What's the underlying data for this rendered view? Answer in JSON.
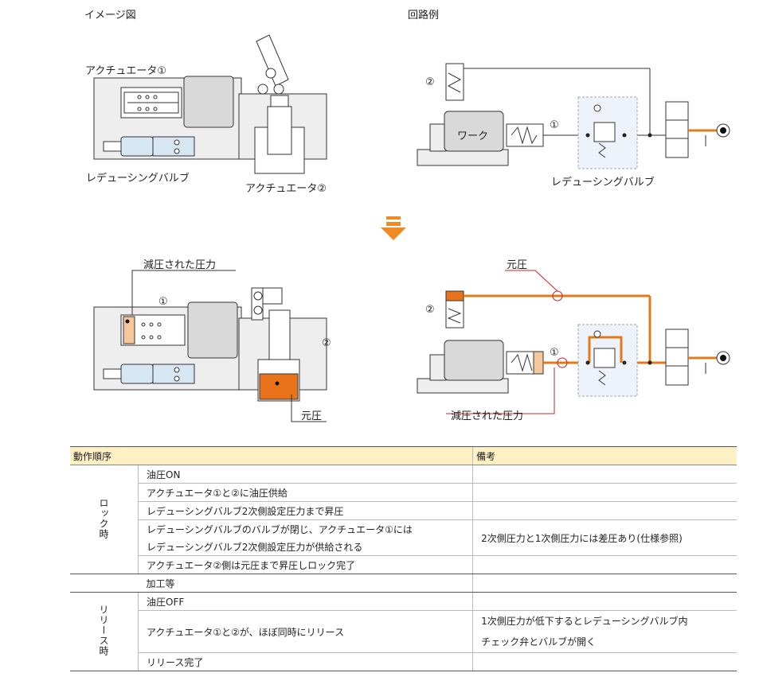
{
  "labels": {
    "image_title": "イメージ図",
    "circuit_title": "回路例",
    "actuator1": "アクチュエータ①",
    "actuator2": "アクチュエータ②",
    "reducing_valve_left": "レデューシングバルブ",
    "reducing_valve_right": "レデューシングバルブ",
    "work": "ワーク",
    "num1_top": "①",
    "num2_top": "②",
    "reduced_pressure_left": "減圧された圧力",
    "num1_left_bottom": "①",
    "num2_left_bottom": "②",
    "source_pressure_left": "元圧",
    "source_pressure_right": "元圧",
    "num2_right_bottom": "②",
    "num1_right_bottom": "①",
    "reduced_pressure_right": "減圧された圧力"
  },
  "table": {
    "header_seq": "動作順序",
    "header_note": "備考",
    "group_lock": "ロック時",
    "group_release": "リリース時",
    "rows": {
      "r1": "油圧ON",
      "r2": "アクチュエータ①と②に油圧供給",
      "r3": "レデューシングバルブ2次側設定圧力まで昇圧",
      "r4a": "レデューシングバルブのバルブが閉じ、アクチュエータ①には",
      "r4b": "レデューシングバルブ2次側設定圧力が供給される",
      "r4_note": "2次側圧力と1次側圧力には差圧あり(仕様参照)",
      "r5": "アクチュエータ②側は元圧まで昇圧しロック完了",
      "r6": "加工等",
      "r7": "油圧OFF",
      "r8": "アクチュエータ①と②が、ほぼ同時にリリース",
      "r8_note_a": "1次側圧力が低下するとレデューシングバルブ内",
      "r8_note_b": "チェック弁とバルブが開く",
      "r9": "リリース完了"
    }
  },
  "colors": {
    "oil": "#e8731a",
    "header_bg": "#fdf0c4",
    "arrow": "#f08a24",
    "marker": "#d0202a"
  }
}
